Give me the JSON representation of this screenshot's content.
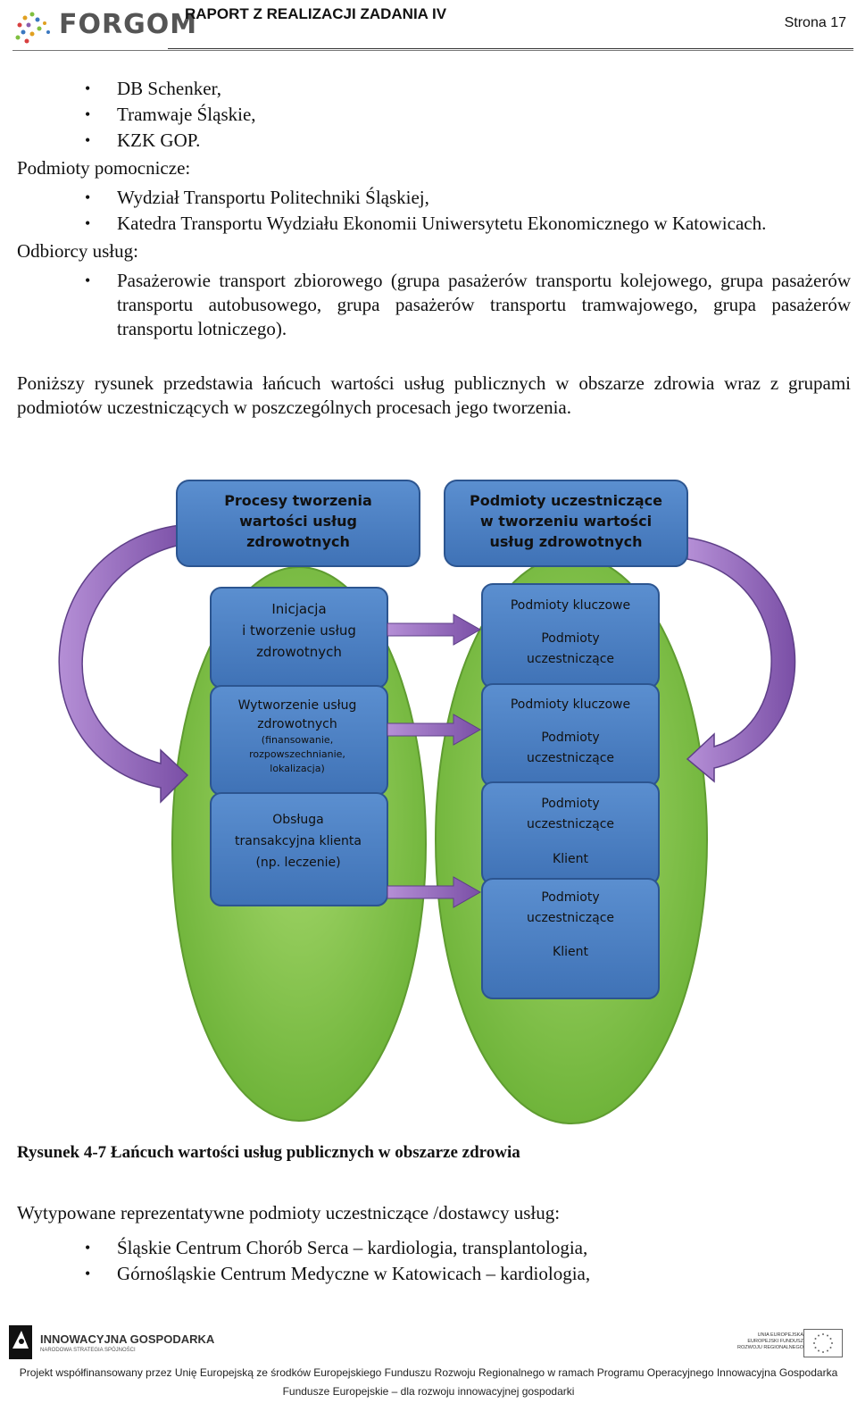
{
  "header": {
    "logo_text": "FORGOM",
    "title": "RAPORT Z REALIZACJI ZADANIA IV",
    "page": "Strona 17"
  },
  "list1": [
    "DB Schenker,",
    "Tramwaje Śląskie,",
    "KZK GOP."
  ],
  "label_helpers": "Podmioty pomocnicze:",
  "list2": [
    "Wydział Transportu Politechniki Śląskiej,",
    "Katedra Transportu Wydziału Ekonomii Uniwersytetu Ekonomicznego w Katowicach."
  ],
  "label_recipients": "Odbiorcy usług:",
  "list3": [
    "Pasażerowie transport zbiorowego (grupa pasażerów transportu kolejowego, grupa pasażerów transportu autobusowego, grupa pasażerów transportu tramwajowego, grupa pasażerów transportu lotniczego)."
  ],
  "intro_paragraph": "Poniższy rysunek przedstawia łańcuch wartości usług publicznych w obszarze zdrowia wraz z grupami podmiotów uczestniczących w poszczególnych procesach jego tworzenia.",
  "diagram": {
    "left_header": [
      "Procesy tworzenia",
      "wartości usług",
      "zdrowotnych"
    ],
    "right_header": [
      "Podmioty uczestniczące",
      "w tworzeniu wartości",
      "usług zdrowotnych"
    ],
    "left_box1": [
      "Inicjacja",
      "i tworzenie usług",
      "zdrowotnych"
    ],
    "left_box2_main": [
      "Wytworzenie usług",
      "zdrowotnych"
    ],
    "left_box2_small": [
      "(finansowanie,",
      "rozpowszechnianie,",
      "lokalizacja)"
    ],
    "left_box3": [
      "Obsługa",
      "transakcyjna klienta",
      "(np. leczenie)"
    ],
    "right_box1": [
      "Podmioty kluczowe",
      "Podmioty",
      "uczestniczące"
    ],
    "right_box2": [
      "Podmioty kluczowe",
      "Podmioty",
      "uczestniczące"
    ],
    "right_box3": [
      "Podmioty",
      "uczestniczące",
      "Klient"
    ],
    "right_box4": [
      "Podmioty",
      "uczestniczące",
      "Klient"
    ],
    "colors": {
      "box": "#4a7fc1",
      "header_box": "#3f74b8",
      "ellipse": "#7fc24a",
      "arrow": "#8a5fb0"
    }
  },
  "caption": "Rysunek 4-7  Łańcuch wartości usług publicznych w obszarze zdrowia",
  "after_label": "Wytypowane reprezentatywne podmioty uczestniczące /dostawcy usług:",
  "list4": [
    "Śląskie Centrum Chorób Serca – kardiologia, transplantologia,",
    "Górnośląskie Centrum Medyczne w Katowicach – kardiologia,"
  ],
  "footer": {
    "ig_title": "INNOWACYJNA GOSPODARKA",
    "ig_sub": "NARODOWA STRATEGIA SPÓJNOŚCI",
    "eu_text": "UNIA EUROPEJSKA EUROPEJSKI FUNDUSZ ROZWOJU REGIONALNEGO",
    "line1": "Projekt współfinansowany przez Unię Europejską ze środków Europejskiego Funduszu Rozwoju Regionalnego w ramach Programu Operacyjnego Innowacyjna Gospodarka",
    "line2": "Fundusze Europejskie – dla rozwoju innowacyjnej gospodarki"
  }
}
